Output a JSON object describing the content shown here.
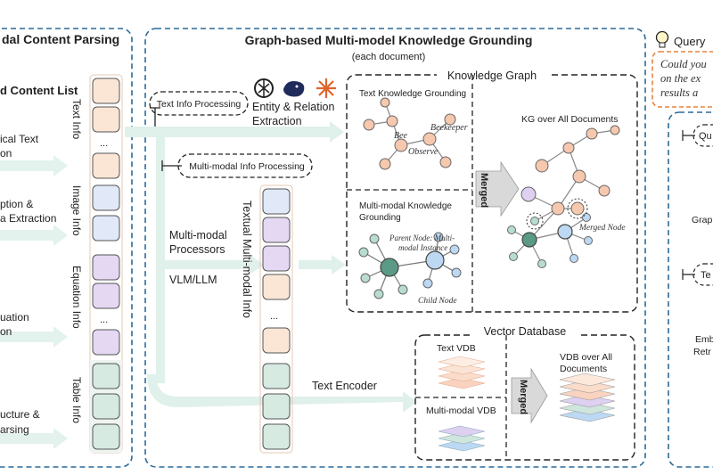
{
  "left_panel": {
    "title": "dal Content Parsing",
    "content_list": "d Content List",
    "items": [
      "ical Text",
      "on",
      "ption &",
      "a Extraction",
      "uation",
      "on",
      "ucture &",
      "arsing"
    ]
  },
  "info_labels": {
    "text": "Text Info",
    "image": "Image Info",
    "equation": "Equation Info",
    "table": "Table Info"
  },
  "ellipsis": "...",
  "middle_panel": {
    "title": "Graph-based Multi-model Knowledge Grounding",
    "subtitle": "(each document)",
    "text_info_processing": "Text Info Processing",
    "entity_relation_1": "Entity & Relation",
    "entity_relation_2": "Extraction",
    "multimodal_info_processing": "Multi-modal Info Processing",
    "mm_processors_1": "Multi-modal",
    "mm_processors_2": "Processors",
    "vlm_llm": "VLM/LLM",
    "textual_mm_info": "Textual Multi-modal Info",
    "text_encoder": "Text Encoder"
  },
  "knowledge_graph": {
    "title": "Knowledge Graph",
    "text_kg": "Text Knowledge Grounding",
    "bee": "Bee",
    "beekeeper": "Beekeeper",
    "observe": "Observe",
    "mm_kg_1": "Multi-modal Knowledge",
    "mm_kg_2": "Grounding",
    "parent_node_1": "Parent Node: Multi-",
    "parent_node_2": "modal Instance",
    "child_node": "Child Node",
    "merged": "Merged",
    "kg_all": "KG over All Documents",
    "merged_node": "Merged Node"
  },
  "vector_db": {
    "title": "Vector Database",
    "text_vdb": "Text VDB",
    "mm_vdb": "Multi-modal VDB",
    "merged": "Merged",
    "vdb_all_1": "VDB over All",
    "vdb_all_2": "Documents"
  },
  "right_panel": {
    "query": "Query",
    "q1": "Could you",
    "q2": "on the ex",
    "q3": "results a",
    "qu": "Qu",
    "graph": "Graph",
    "te": "Te",
    "emb": "Emb",
    "retr": "Retr"
  },
  "colors": {
    "border": "#2a6a9a",
    "text_info": "#f9dcc8",
    "image_info": "#dbe4f5",
    "equation_info": "#ddd0f0",
    "table_info": "#cfe6dd",
    "arrow": "#d8eee6",
    "node": "#f6c8ae",
    "query_border": "#e8843f"
  },
  "icons": [
    "openai-icon",
    "deepseek-whale-icon",
    "claude-star-icon",
    "lightbulb-icon"
  ]
}
